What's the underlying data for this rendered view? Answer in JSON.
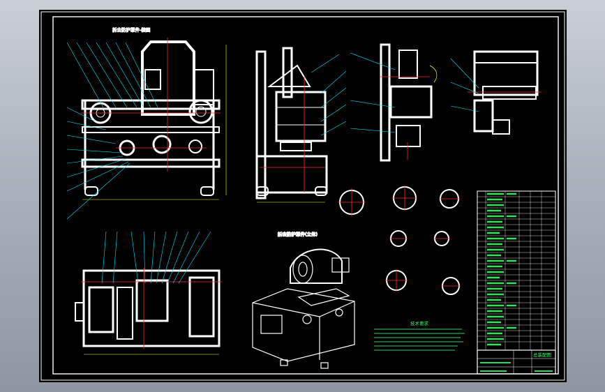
{
  "drawing": {
    "front_view_title": "拆去防护罩件-装图",
    "iso_view_title": "拆去防护罩件(立体)",
    "tech_requirements_title": "技术要求",
    "title_block_name": "总装配图",
    "colors": {
      "background": "#000000",
      "outline": "#ffffff",
      "centerline": "#ff2a2a",
      "leader": "#00e5ff",
      "text": "#33ff66",
      "dimension": "#ffff00"
    }
  }
}
